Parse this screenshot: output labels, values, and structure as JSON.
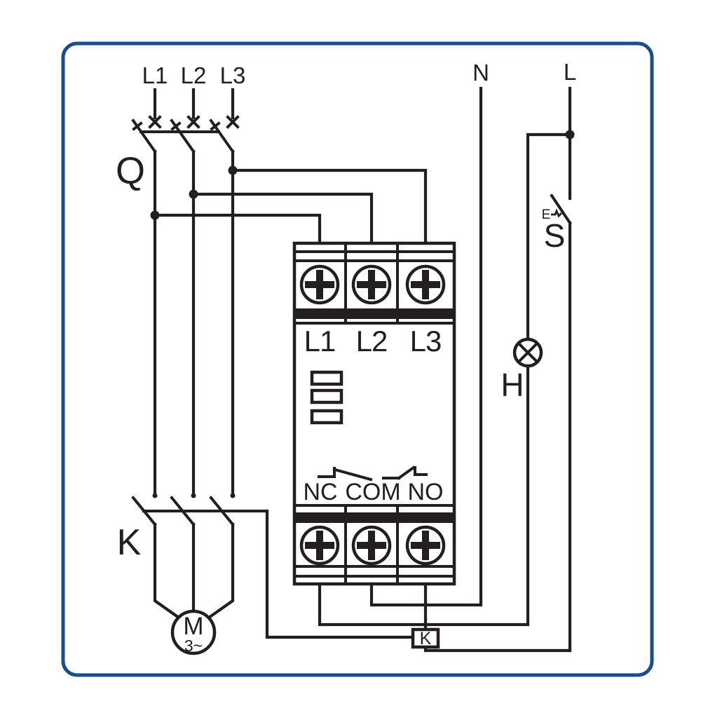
{
  "colors": {
    "line": "#231f20",
    "frame_blue": "#1a4d8f",
    "background": "#ffffff"
  },
  "diagram": {
    "supply": {
      "phases": [
        "L1",
        "L2",
        "L3"
      ],
      "neutral": "N",
      "line": "L"
    },
    "breaker": {
      "label": "Q"
    },
    "contactor": {
      "label": "K"
    },
    "motor": {
      "label": "M",
      "subtype": "3~"
    },
    "relay": {
      "input_terminals": [
        "L1",
        "L2",
        "L3"
      ],
      "output_terminals": [
        "NC",
        "COM",
        "NO"
      ]
    },
    "control": {
      "switch": "S",
      "switch_actuator": "E",
      "lamp": "H",
      "coil": "K"
    }
  }
}
